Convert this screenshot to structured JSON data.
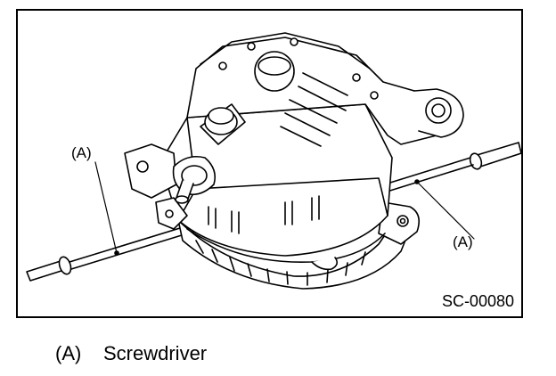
{
  "diagram": {
    "callouts": [
      {
        "id": "left",
        "label": "(A)"
      },
      {
        "id": "right",
        "label": "(A)"
      }
    ],
    "figure_code": "SC-00080"
  },
  "legend": [
    {
      "key": "(A)",
      "text": "Screwdriver"
    }
  ]
}
